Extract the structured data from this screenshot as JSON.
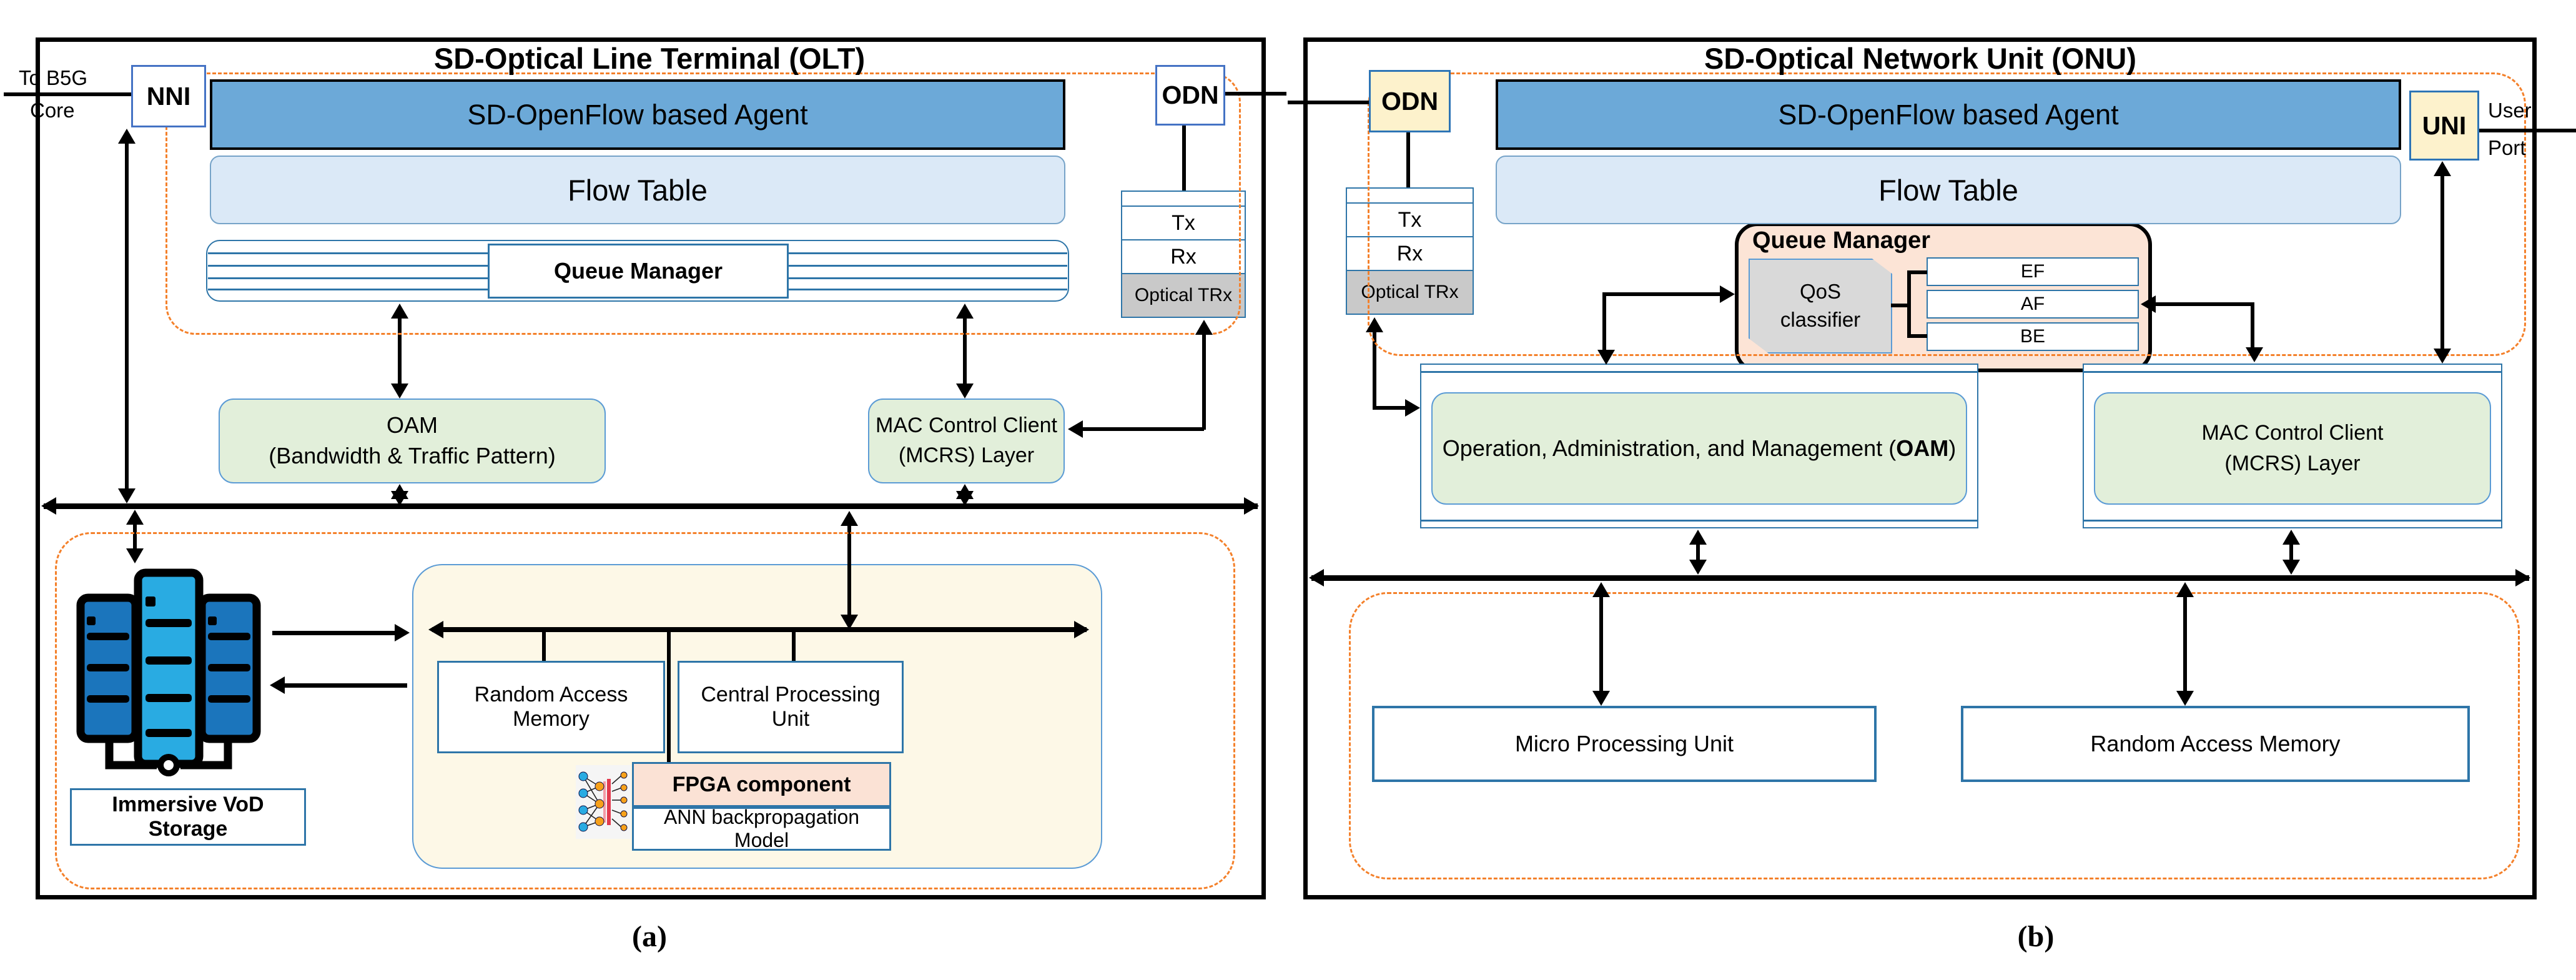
{
  "left_panel": {
    "title": "SD-Optical Line Terminal (OLT)",
    "external_link_line1": "To B5G",
    "external_link_line2": "Core",
    "nni_label": "NNI",
    "agent_bar": "SD-OpenFlow based Agent",
    "flow_table": "Flow Table",
    "queue_manager": "Queue Manager",
    "odn_label": "ODN",
    "tx": "Tx",
    "rx": "Rx",
    "optical_trx": "Optical TRx",
    "oam_line1": "OAM",
    "oam_line2": "(Bandwidth & Traffic Pattern)",
    "mcc_line1": "MAC Control Client",
    "mcc_line2": "(MCRS) Layer",
    "vod_storage": "Immersive VoD Storage",
    "ram": "Random Access Memory",
    "cpu": "Central Processing Unit",
    "fpga": "FPGA component",
    "ann": "ANN backpropagation Model",
    "caption": "(a)"
  },
  "right_panel": {
    "title": "SD-Optical Network Unit (ONU)",
    "odn_label": "ODN",
    "tx": "Tx",
    "rx": "Rx",
    "optical_trx": "Optical TRx",
    "agent_bar": "SD-OpenFlow based Agent",
    "flow_table": "Flow Table",
    "queue_manager": "Queue Manager",
    "qos_line1": "QoS",
    "qos_line2": "classifier",
    "queues": [
      "EF",
      "AF",
      "BE"
    ],
    "uni_label": "UNI",
    "user_port_line1": "User",
    "user_port_line2": "Port",
    "oam_prefix": "Operation, Administration, and Management (",
    "oam_bold": "OAM",
    "oam_suffix": ")",
    "mcc_line1": "MAC Control Client",
    "mcc_line2": "(MCRS) Layer",
    "mpu": "Micro Processing Unit",
    "ram": "Random Access Memory",
    "caption": "(b)"
  },
  "colors": {
    "accent_orange_dash": "#F4802A",
    "agent_blue": "#6CA9D8",
    "flow_blue": "#DBE9F7",
    "green_module": "#E2EFDA",
    "queue_manager_peach": "#FCE4D6",
    "fpga_peach": "#FBE2D5",
    "port_yellow": "#FDF2CC",
    "gray_cell": "#C9C9C9",
    "cream_compute": "#FDF8E7",
    "line_black": "#000000",
    "box_border_blue": "#2E75A8"
  }
}
